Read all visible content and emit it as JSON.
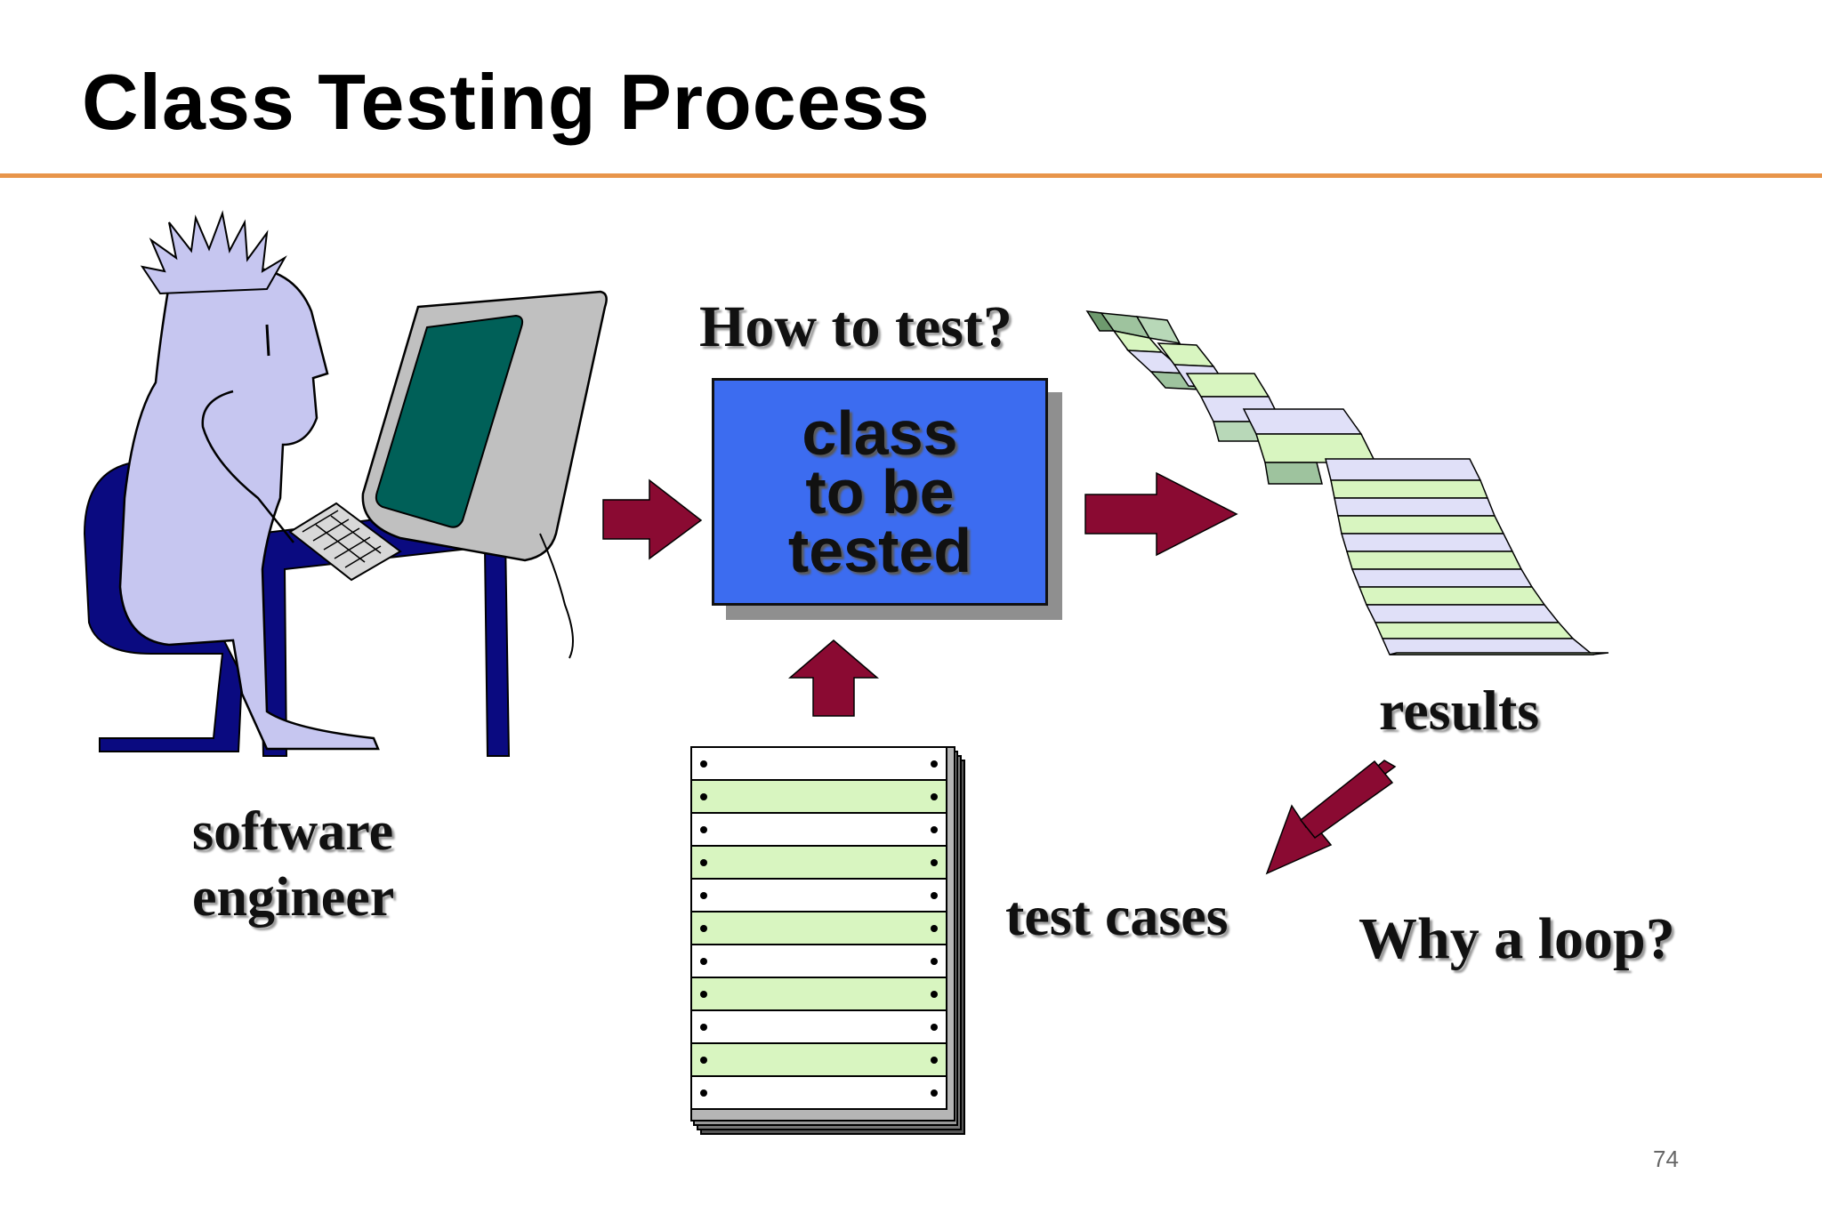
{
  "slide": {
    "title": "Class Testing Process",
    "page_number": "74"
  },
  "diagram": {
    "question_top": "How to test?",
    "class_box_lines": [
      "class",
      "to be",
      "tested"
    ],
    "engineer_lines": [
      "software",
      "engineer"
    ],
    "results": "results",
    "test_cases": "test cases",
    "question_bottom": "Why a loop?"
  },
  "colors": {
    "accent_rule": "#e8954a",
    "class_box": "#3c6cf0",
    "arrow": "#8a0a32",
    "engineer_body": "#c6c6f0",
    "chair_desk": "#0a0a80",
    "monitor_screen": "#006058",
    "monitor_case": "#c0c0c0",
    "sheet_green": "#d8f5c0",
    "sheet_lavender": "#e0e0f8"
  },
  "icons": [
    "engineer-at-computer-icon",
    "printout-stack-icon",
    "results-printout-icon",
    "arrow-right-icon",
    "arrow-up-icon",
    "arrow-down-left-icon"
  ]
}
